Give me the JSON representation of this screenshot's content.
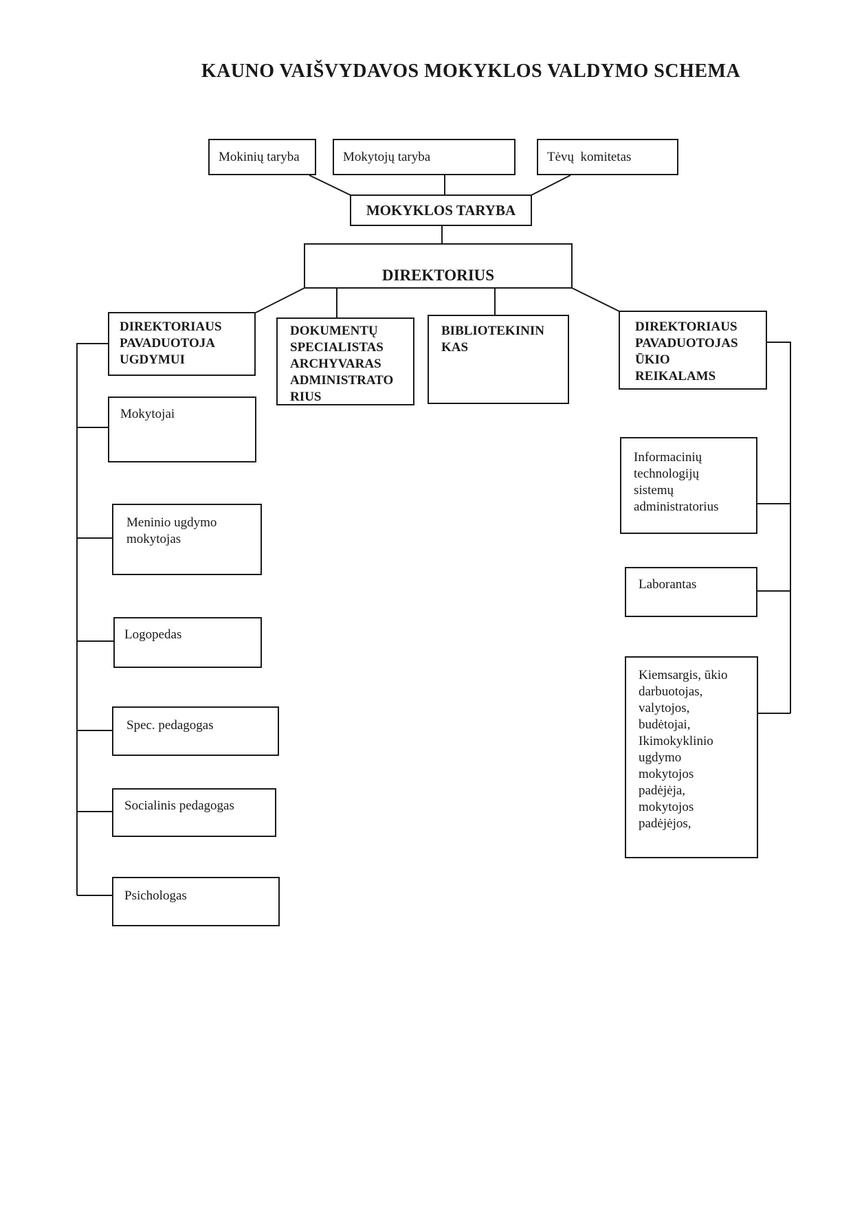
{
  "title": "KAUNO VAIŠVYDAVOS MOKYKLOS VALDYMO SCHEMA",
  "top_row": [
    {
      "label": "Mokinių taryba"
    },
    {
      "label": "Mokytojų taryba"
    },
    {
      "label": "Tėvų  komitetas"
    }
  ],
  "school_council": {
    "label": "MOKYKLOS TARYBA"
  },
  "director": {
    "label": "DIREKTORIUS"
  },
  "branches": {
    "deputy_education": {
      "label": "DIREKTORIAUS\nPAVADUOTOJA\nUGDYMUI"
    },
    "document_specialist": {
      "label": "DOKUMENTŲ\nSPECIALISTAS\nARCHYVARAS\nADMINISTRATO\nRIUS"
    },
    "librarian": {
      "label": "BIBLIOTEKININ\nKAS"
    },
    "deputy_facilities": {
      "label": "DIREKTORIAUS\nPAVADUOTOJAS\nŪKIO\nREIKALAMS"
    }
  },
  "education_staff": [
    {
      "label": "Mokytojai"
    },
    {
      "label": "Meninio ugdymo\nmokytojas"
    },
    {
      "label": "Logopedas"
    },
    {
      "label": "Spec. pedagogas"
    },
    {
      "label": "Socialinis pedagogas"
    },
    {
      "label": "Psichologas"
    }
  ],
  "facilities_staff": [
    {
      "label": "Informacinių\ntechnologijų\nsistemų\nadministratorius"
    },
    {
      "label": "Laborantas"
    },
    {
      "label": "Kiemsargis, ūkio\ndarbuotojas,\nvalytojos,\nbudėtojai,\nIkimokyklinio\nugdymo\nmokytojos\npadėjėja,\nmokytojos\npadėjėjos,"
    }
  ],
  "colors": {
    "ink": "#1a1a1a",
    "paper": "#ffffff"
  }
}
